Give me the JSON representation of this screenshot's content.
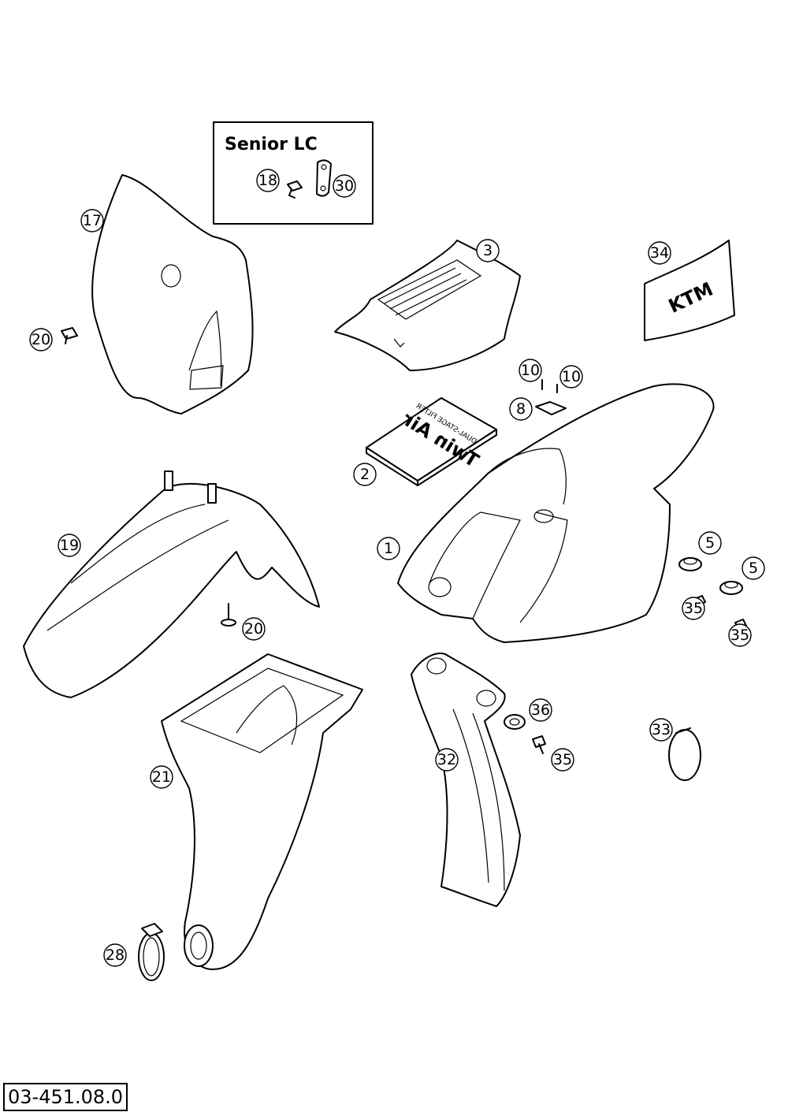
{
  "inset": {
    "title": "Senior LC",
    "callouts": [
      "18",
      "30"
    ]
  },
  "callouts": [
    {
      "id": "c1",
      "label": "1"
    },
    {
      "id": "c2",
      "label": "2"
    },
    {
      "id": "c3",
      "label": "3"
    },
    {
      "id": "c5a",
      "label": "5"
    },
    {
      "id": "c5b",
      "label": "5"
    },
    {
      "id": "c8",
      "label": "8"
    },
    {
      "id": "c10a",
      "label": "10"
    },
    {
      "id": "c10b",
      "label": "10"
    },
    {
      "id": "c17",
      "label": "17"
    },
    {
      "id": "c19",
      "label": "19"
    },
    {
      "id": "c20a",
      "label": "20"
    },
    {
      "id": "c20b",
      "label": "20"
    },
    {
      "id": "c21",
      "label": "21"
    },
    {
      "id": "c28",
      "label": "28"
    },
    {
      "id": "c32",
      "label": "32"
    },
    {
      "id": "c33",
      "label": "33"
    },
    {
      "id": "c34",
      "label": "34"
    },
    {
      "id": "c35a",
      "label": "35"
    },
    {
      "id": "c35b",
      "label": "35"
    },
    {
      "id": "c35c",
      "label": "35"
    },
    {
      "id": "c36",
      "label": "36"
    }
  ],
  "filter_box": {
    "brand": "Twin Air",
    "subtitle": "DUAL-STAGE FILTER"
  },
  "decal": {
    "logo": "KTM"
  },
  "document_number": "03-451.08.0"
}
